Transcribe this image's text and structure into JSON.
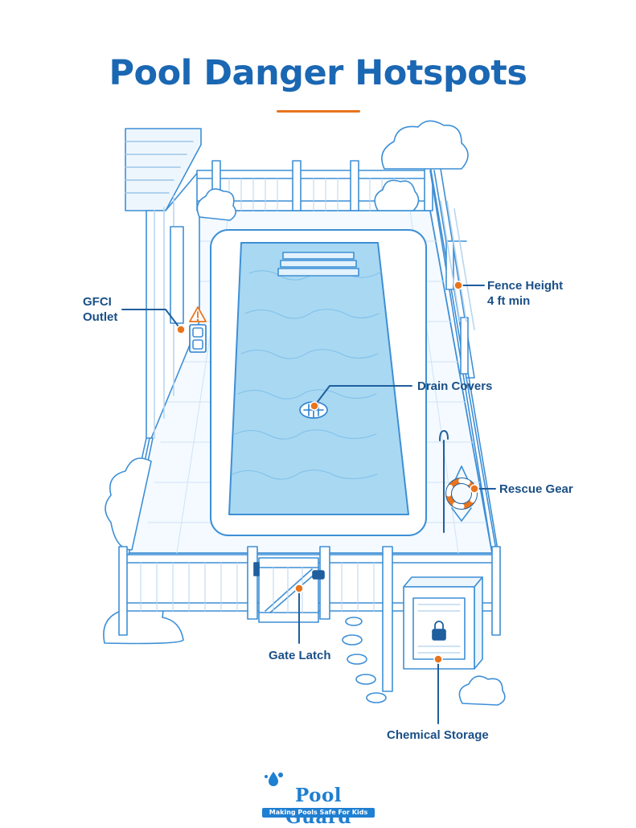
{
  "title": "Pool Danger Hotspots",
  "colors": {
    "title": "#1a67b3",
    "accent": "#e8741d",
    "line": "#3d8fd6",
    "water": "#a9d8f2",
    "deck": "#f4faff",
    "label": "#1a4f86"
  },
  "callouts": {
    "gfci": {
      "line1": "GFCI",
      "line2": "Outlet"
    },
    "fence": {
      "line1": "Fence Height",
      "line2": "4 ft min"
    },
    "drain": {
      "label": "Drain Covers"
    },
    "rescue": {
      "label": "Rescue Gear"
    },
    "gate": {
      "label": "Gate Latch"
    },
    "chemical": {
      "label": "Chemical Storage"
    }
  },
  "logo": {
    "name": "Pool Guard",
    "tagline": "Making Pools Safe For Kids"
  },
  "icons": [
    "warning-icon",
    "outlet-icon",
    "drain-icon",
    "life-ring-icon",
    "shepherd-hook-icon",
    "padlock-icon",
    "gate-latch-icon",
    "shrub-icon",
    "stepping-stone-icon",
    "water-drop-icon"
  ]
}
